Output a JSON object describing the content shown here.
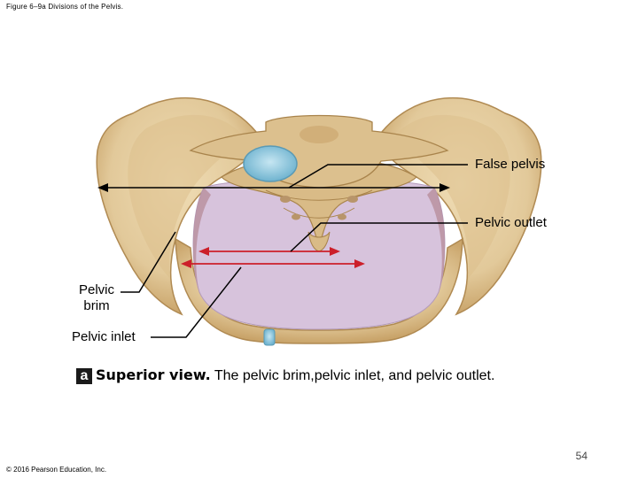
{
  "header": {
    "figure_title": "Figure 6–9a Divisions of the Pelvis."
  },
  "labels": {
    "false_pelvis": "False pelvis",
    "pelvic_outlet": "Pelvic outlet",
    "pelvic_brim_line1": "Pelvic",
    "pelvic_brim_line2": "brim",
    "pelvic_inlet": "Pelvic inlet"
  },
  "caption": {
    "letter": "a",
    "bold_text": "Superior view.",
    "text": " The pelvic brim,pelvic inlet, and pelvic outlet."
  },
  "footer": {
    "page_number": "54",
    "copyright": "© 2016 Pearson Education, Inc."
  },
  "colors": {
    "bone": "#e2c99a",
    "bone_dark": "#c9a46a",
    "pelvic_cavity": "#d7c3dc",
    "disc": "#8fc8de",
    "arrow_red": "#cc1f2a",
    "arrow_black": "#000000"
  }
}
